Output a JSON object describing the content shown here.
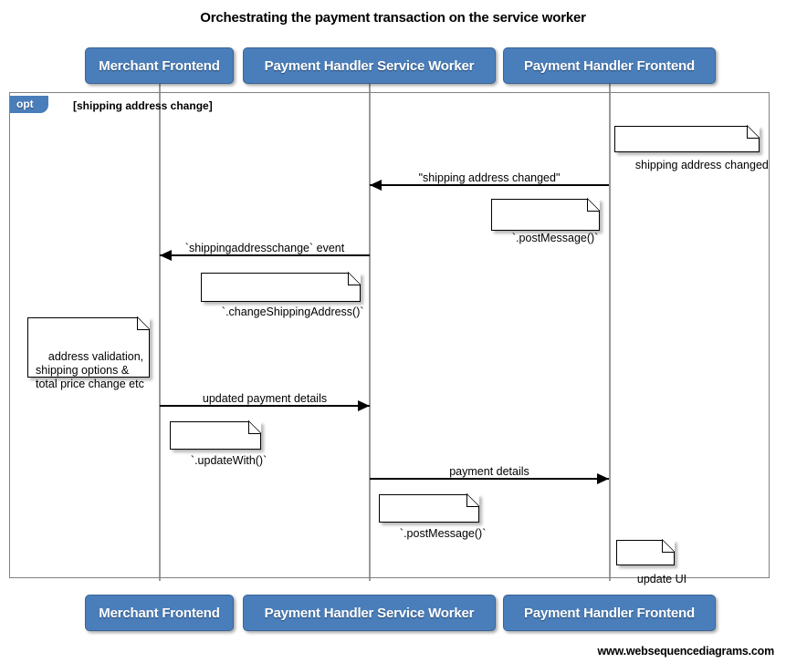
{
  "diagram": {
    "title": "Orchestrating the payment transaction on the service worker",
    "footer": "www.websequencediagrams.com",
    "accent_color": "#4a7ebb",
    "lifeline_color": "#9a9a9a",
    "frame_border_color": "#808080",
    "note_background": "#ffffff",
    "type": "uml-sequence-diagram"
  },
  "actors": [
    {
      "id": "merchant-frontend",
      "label": "Merchant Frontend"
    },
    {
      "id": "payment-handler-service-worker",
      "label": "Payment Handler Service Worker"
    },
    {
      "id": "payment-handler-frontend",
      "label": "Payment Handler Frontend"
    }
  ],
  "fragment": {
    "operator": "opt",
    "condition": "[shipping address change]"
  },
  "messages": [
    {
      "id": "shipping-address-changed",
      "label": "\"shipping address changed\"",
      "from": "payment-handler-frontend",
      "to": "payment-handler-service-worker",
      "direction": "left"
    },
    {
      "id": "shippingaddresschange-event",
      "label": "`shippingaddresschange` event",
      "from": "payment-handler-service-worker",
      "to": "merchant-frontend",
      "direction": "left"
    },
    {
      "id": "updated-payment-details",
      "label": "updated payment details",
      "from": "merchant-frontend",
      "to": "payment-handler-service-worker",
      "direction": "right"
    },
    {
      "id": "payment-details",
      "label": "payment details",
      "from": "payment-handler-service-worker",
      "to": "payment-handler-frontend",
      "direction": "right"
    }
  ],
  "notes": [
    {
      "id": "note-shipping-address-changed",
      "text": "shipping address changed"
    },
    {
      "id": "note-post-message-1",
      "text": "`.postMessage()`"
    },
    {
      "id": "note-change-shipping-address",
      "text": "`.changeShippingAddress()`"
    },
    {
      "id": "note-address-validation",
      "text": "address validation,\nshipping options &\ntotal price change etc"
    },
    {
      "id": "note-update-with",
      "text": "`.updateWith()`"
    },
    {
      "id": "note-post-message-2",
      "text": "`.postMessage()`"
    },
    {
      "id": "note-update-ui",
      "text": "update UI"
    }
  ]
}
